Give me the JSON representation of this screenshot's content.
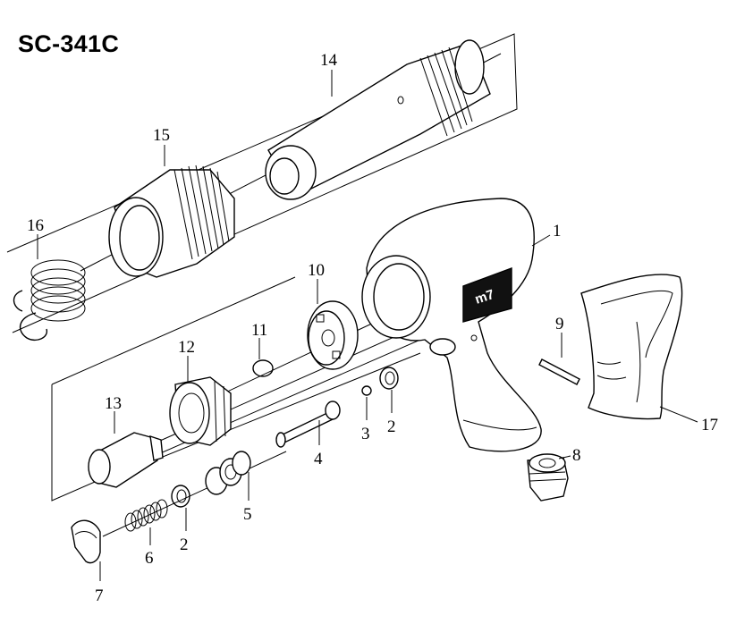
{
  "title": "SC-341C",
  "brand": "m7",
  "parts": [
    {
      "id": "1",
      "label": "1"
    },
    {
      "id": "2a",
      "label": "2"
    },
    {
      "id": "2b",
      "label": "2"
    },
    {
      "id": "3",
      "label": "3"
    },
    {
      "id": "4",
      "label": "4"
    },
    {
      "id": "5",
      "label": "5"
    },
    {
      "id": "6",
      "label": "6"
    },
    {
      "id": "7",
      "label": "7"
    },
    {
      "id": "8",
      "label": "8"
    },
    {
      "id": "9",
      "label": "9"
    },
    {
      "id": "10",
      "label": "10"
    },
    {
      "id": "11",
      "label": "11"
    },
    {
      "id": "12",
      "label": "12"
    },
    {
      "id": "13",
      "label": "13"
    },
    {
      "id": "14",
      "label": "14"
    },
    {
      "id": "15",
      "label": "15"
    },
    {
      "id": "16",
      "label": "16"
    },
    {
      "id": "17",
      "label": "17"
    }
  ]
}
